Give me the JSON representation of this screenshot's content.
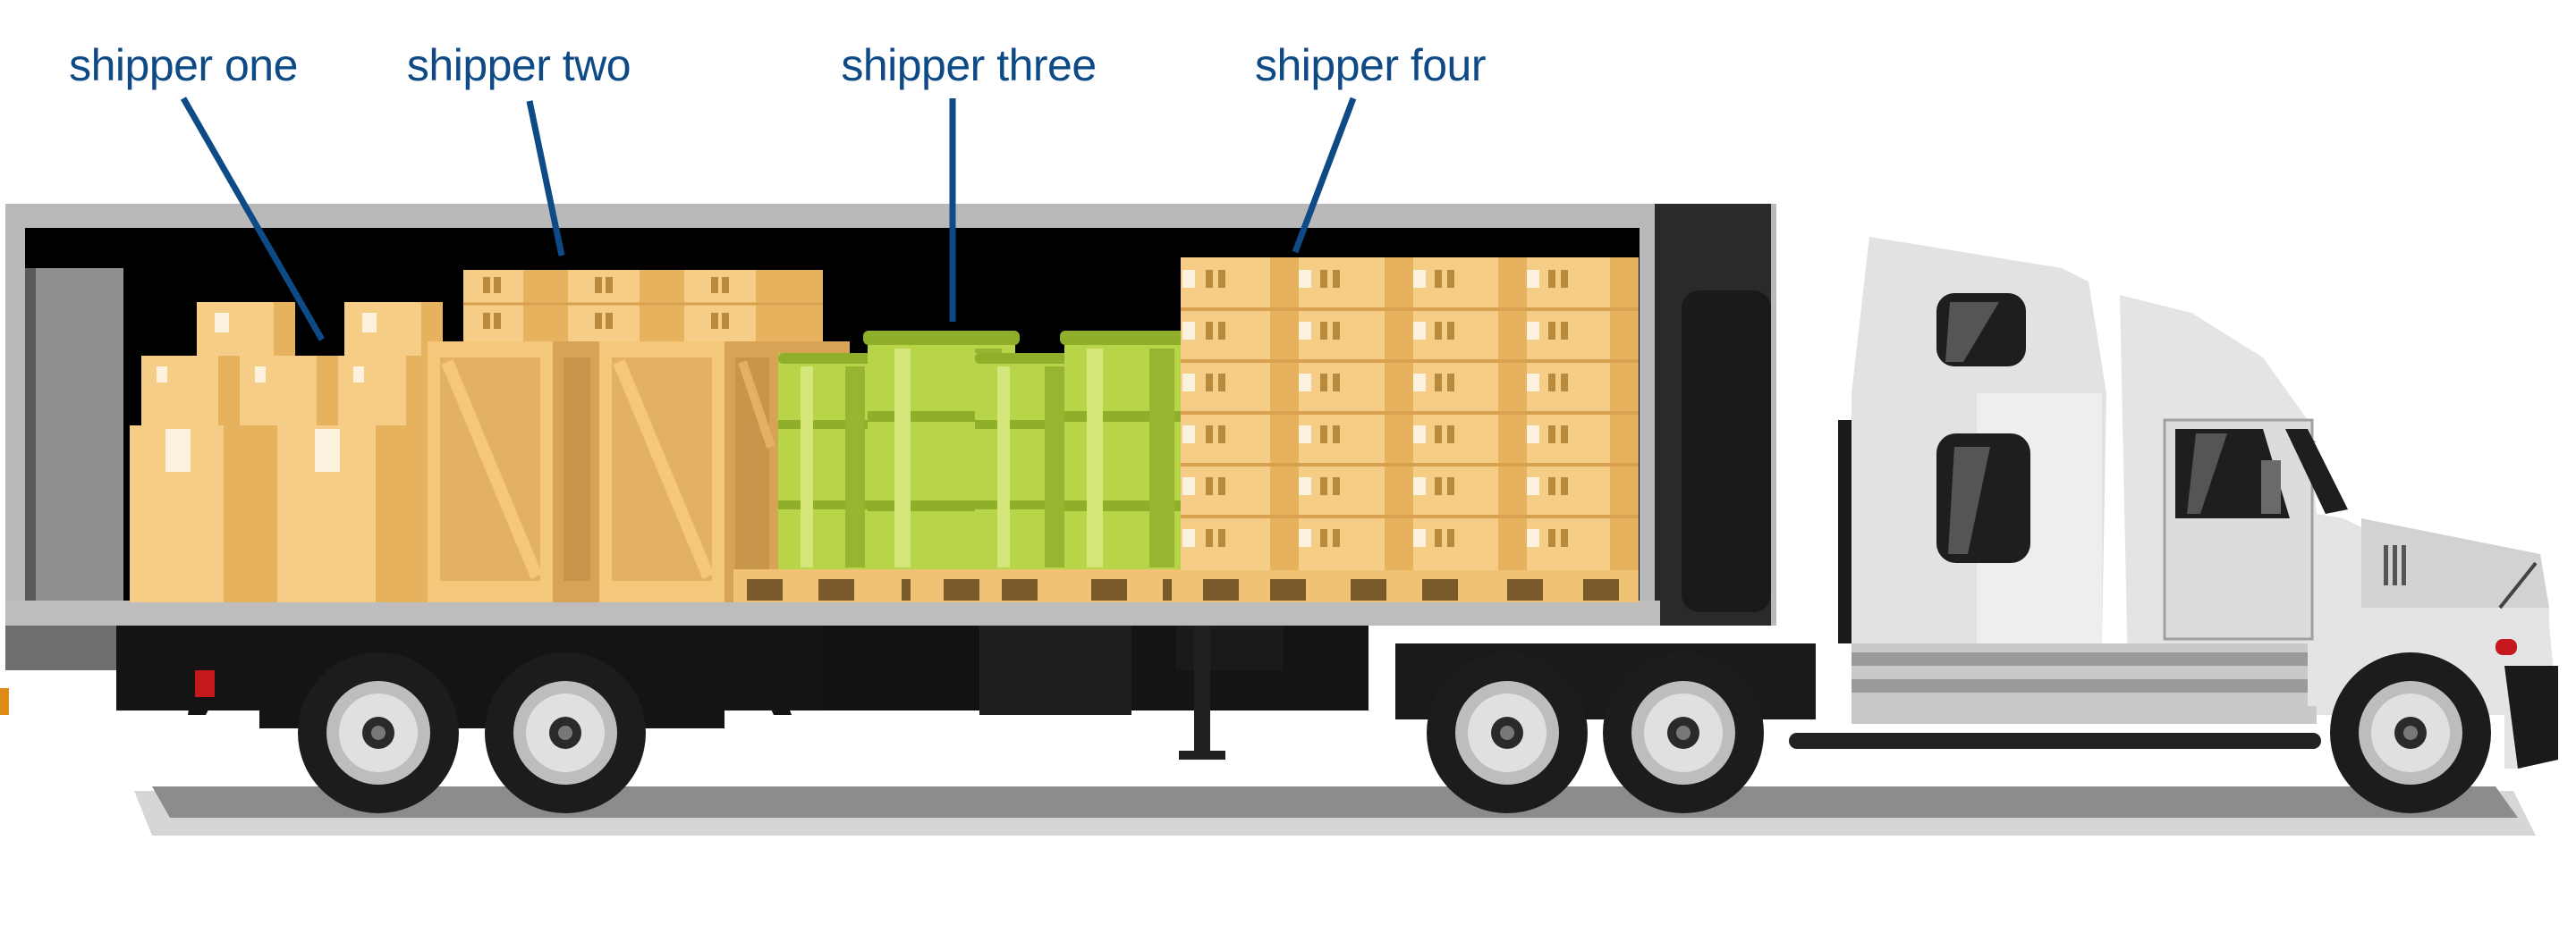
{
  "labels": {
    "shipper_one": "shipper one",
    "shipper_two": "shipper two",
    "shipper_three": "shipper three",
    "shipper_four": "shipper four"
  },
  "colors": {
    "label_text": "#0d4a86",
    "leader_line": "#0d4a86",
    "box_light": "#f6cd86",
    "box_dark": "#e6b25e",
    "crate": "#e8b968",
    "barrel_light": "#b8d54a",
    "barrel_dark": "#8fae2a",
    "trailer_frame": "#c8c8c8",
    "trailer_interior": "#000000",
    "cab_body": "#e4e4e4",
    "tire": "#1c1c1c",
    "ground": "#8a8a8a"
  }
}
